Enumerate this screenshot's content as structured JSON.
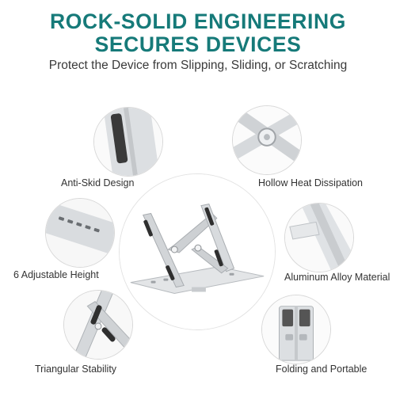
{
  "header": {
    "title_line1": "ROCK-SOLID ENGINEERING",
    "title_line2": "SECURES DEVICES",
    "subtitle": "Protect the Device from Slipping, Sliding, or Scratching"
  },
  "features": {
    "anti_skid": "Anti-Skid Design",
    "hollow_heat": "Hollow Heat Dissipation",
    "adjustable": "6 Adjustable Height",
    "aluminum": "Aluminum Alloy Material",
    "triangular": "Triangular Stability",
    "folding": "Folding and Portable"
  },
  "colors": {
    "accent": "#167a79",
    "text": "#333333",
    "metal": "#d4d6d8",
    "pad": "#3a3a3a"
  }
}
